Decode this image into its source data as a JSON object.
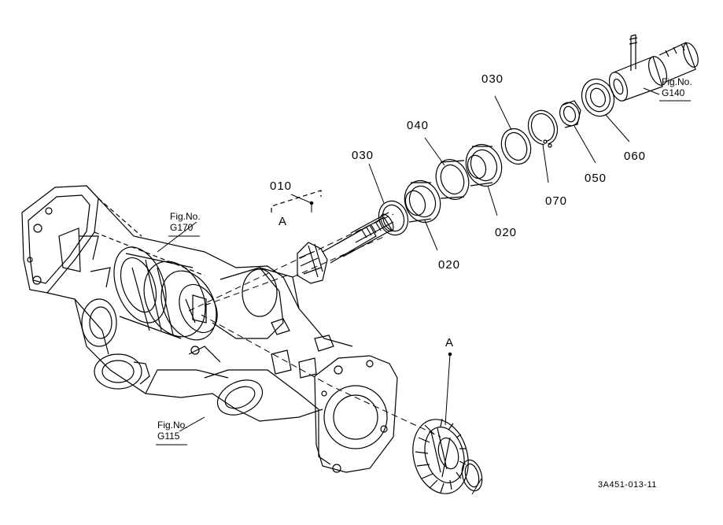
{
  "callouts": {
    "c010": "010",
    "c030_left": "030",
    "c040": "040",
    "c030_right": "030",
    "c020_lower": "020",
    "c020_upper": "020",
    "c070": "070",
    "c050": "050",
    "c060": "060",
    "ref_a_upper": "A",
    "ref_a_lower": "A"
  },
  "figure_refs": {
    "g170": {
      "title": "Fig.No.",
      "number": "G170"
    },
    "g140": {
      "title": "Fig.No.",
      "number": "G140"
    },
    "g115": {
      "title": "Fig.No.",
      "number": "G115"
    }
  },
  "drawing_code": "3A451-013-11"
}
